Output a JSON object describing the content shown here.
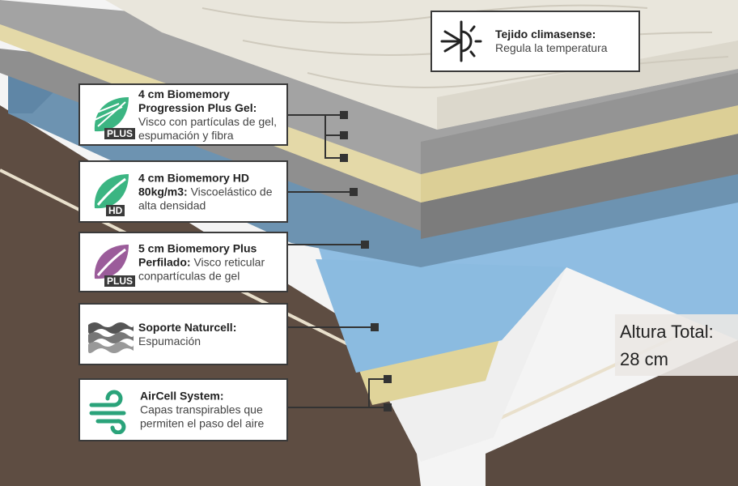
{
  "image": {
    "subject": "mattress-layers-cross-section",
    "colors": {
      "cover": "#e9e6dc",
      "gray": "#8f8f8f",
      "yellow": "#e4d9a8",
      "blue_perfilado": "#6d93b1",
      "blue_foam": "#8fbce1",
      "brown": "#5a4a40",
      "connector": "#333333",
      "green": "#3bb582",
      "purple": "#9b5c9a"
    }
  },
  "callouts": {
    "tejido": {
      "title": "Tejido climasense:",
      "desc": "Regula la temperatura",
      "icon": "snowflake-sun-icon"
    },
    "gel": {
      "title": "4 cm Biomemory Progression Plus Gel:",
      "desc": "Visco con partículas de gel, espumación y fibra",
      "icon": "leaf-icon",
      "badge": "PLUS"
    },
    "hd": {
      "title": "4 cm Biomemory HD 80kg/m3:",
      "desc": "Viscoelástico de alta densidad",
      "icon": "leaf-icon",
      "badge": "HD"
    },
    "plus": {
      "title": "5 cm Biomemory Plus Perfilado:",
      "desc": "Visco reticular conpartículas de gel",
      "icon": "leaf-icon",
      "badge": "PLUS"
    },
    "soporte": {
      "title": "Soporte Naturcell:",
      "desc": "Espumación",
      "icon": "foam-layers-icon"
    },
    "aircell": {
      "title": "AirCell System:",
      "desc": "Capas transpirables que permiten el paso del aire",
      "icon": "air-flow-icon"
    }
  },
  "altura": {
    "line1": "Altura Total:",
    "line2": "28 cm"
  }
}
